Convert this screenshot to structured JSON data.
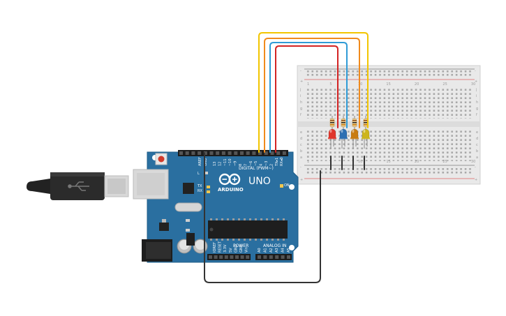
{
  "board": {
    "brand": "ARDUINO",
    "model": "UNO",
    "digital_header_label": "DIGITAL (PWM~)",
    "power_header_label": "POWER",
    "analog_header_label": "ANALOG IN",
    "aref_label": "AREF",
    "gnd_label": "GND",
    "on_label": "ON",
    "l_label": "L",
    "tx_label": "TX",
    "rx_label": "RX",
    "digital_pins": [
      "13",
      "12",
      "~11",
      "~10",
      "~9",
      "8",
      "7",
      "~6",
      "~5",
      "4",
      "~3",
      "2",
      "TX▸1",
      "RX◂0"
    ],
    "power_pins": [
      "IOREF",
      "RESET",
      "3.3V",
      "5V",
      "GND",
      "GND",
      "Vin"
    ],
    "analog_pins": [
      "A0",
      "A1",
      "A2",
      "A3",
      "A4",
      "A5"
    ]
  },
  "breadboard": {
    "plus_label": "+",
    "minus_label": "-",
    "row_letters_top": [
      "j",
      "i",
      "h",
      "g",
      "f"
    ],
    "row_letters_bottom": [
      "e",
      "d",
      "c",
      "b",
      "a"
    ],
    "column_numbers": [
      "1",
      "5",
      "10",
      "15",
      "20",
      "25",
      "30"
    ]
  },
  "leds": [
    {
      "name": "red",
      "color": "#e0362b"
    },
    {
      "name": "blue",
      "color": "#2d6fb3"
    },
    {
      "name": "orange",
      "color": "#c97c12"
    },
    {
      "name": "yellow",
      "color": "#cdb51c"
    }
  ],
  "wires": {
    "colors": {
      "red": "#d32323",
      "blue": "#2f9bd6",
      "orange": "#f08a1c",
      "yellow": "#f2c500",
      "black": "#333333"
    }
  }
}
